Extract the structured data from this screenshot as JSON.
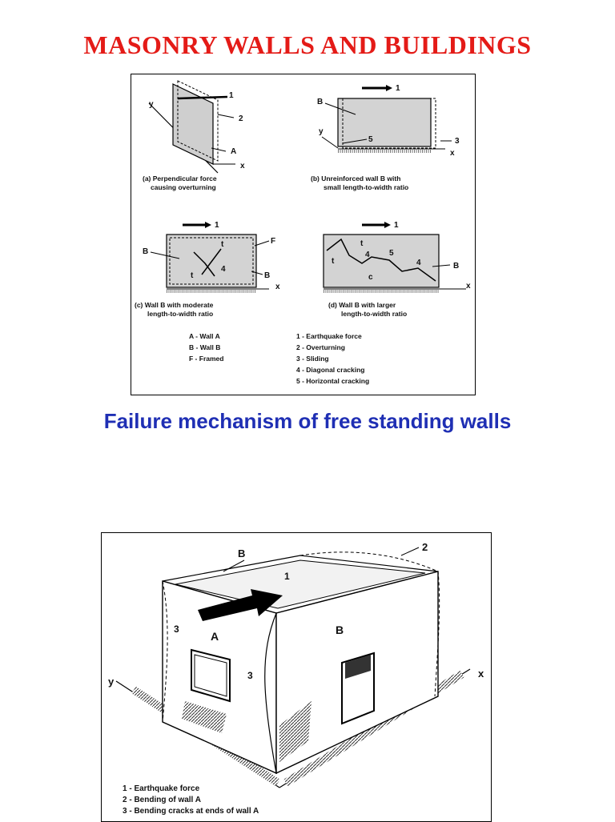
{
  "page": {
    "title": "MASONRY WALLS AND BUILDINGS",
    "subtitle": "Failure mechanism of free standing walls"
  },
  "figure1": {
    "panel_a": {
      "caption_1": "(a) Perpendicular force",
      "caption_2": "causing overturning",
      "label_1": "1",
      "label_2": "2",
      "label_y": "y",
      "label_x": "x",
      "label_A": "A"
    },
    "panel_b": {
      "caption_1": "(b) Unreinforced wall B with",
      "caption_2": "small length-to-width ratio",
      "label_1": "1",
      "label_B": "B",
      "label_y": "y",
      "label_5": "5",
      "label_3": "3",
      "label_x": "x"
    },
    "panel_c": {
      "caption_1": "(c) Wall B with moderate",
      "caption_2": "length-to-width ratio",
      "label_1": "1",
      "label_F": "F",
      "label_B_left": "B",
      "label_B_right": "B",
      "label_t1": "t",
      "label_t2": "t",
      "label_4": "4",
      "label_x": "x"
    },
    "panel_d": {
      "caption_1": "(d) Wall B with larger",
      "caption_2": "length-to-width ratio",
      "label_1": "1",
      "label_t1": "t",
      "label_t2": "t",
      "label_4a": "4",
      "label_5": "5",
      "label_4b": "4",
      "label_c": "c",
      "label_B": "B",
      "label_x": "x"
    },
    "legend_left": [
      "A - Wall A",
      "B - Wall B",
      "F - Framed"
    ],
    "legend_right": [
      "1 - Earthquake force",
      "2 - Overturning",
      "3 - Sliding",
      "4 - Diagonal cracking",
      "5 - Horizontal cracking"
    ]
  },
  "figure2": {
    "label_B_top": "B",
    "label_2": "2",
    "label_1": "1",
    "label_3_left": "3",
    "label_A": "A",
    "label_B_right": "B",
    "label_3_wall": "3",
    "label_y": "y",
    "label_x": "x",
    "legend": [
      "1 - Earthquake force",
      "2 - Bending of wall A",
      "3 - Bending cracks at ends of wall A"
    ]
  }
}
